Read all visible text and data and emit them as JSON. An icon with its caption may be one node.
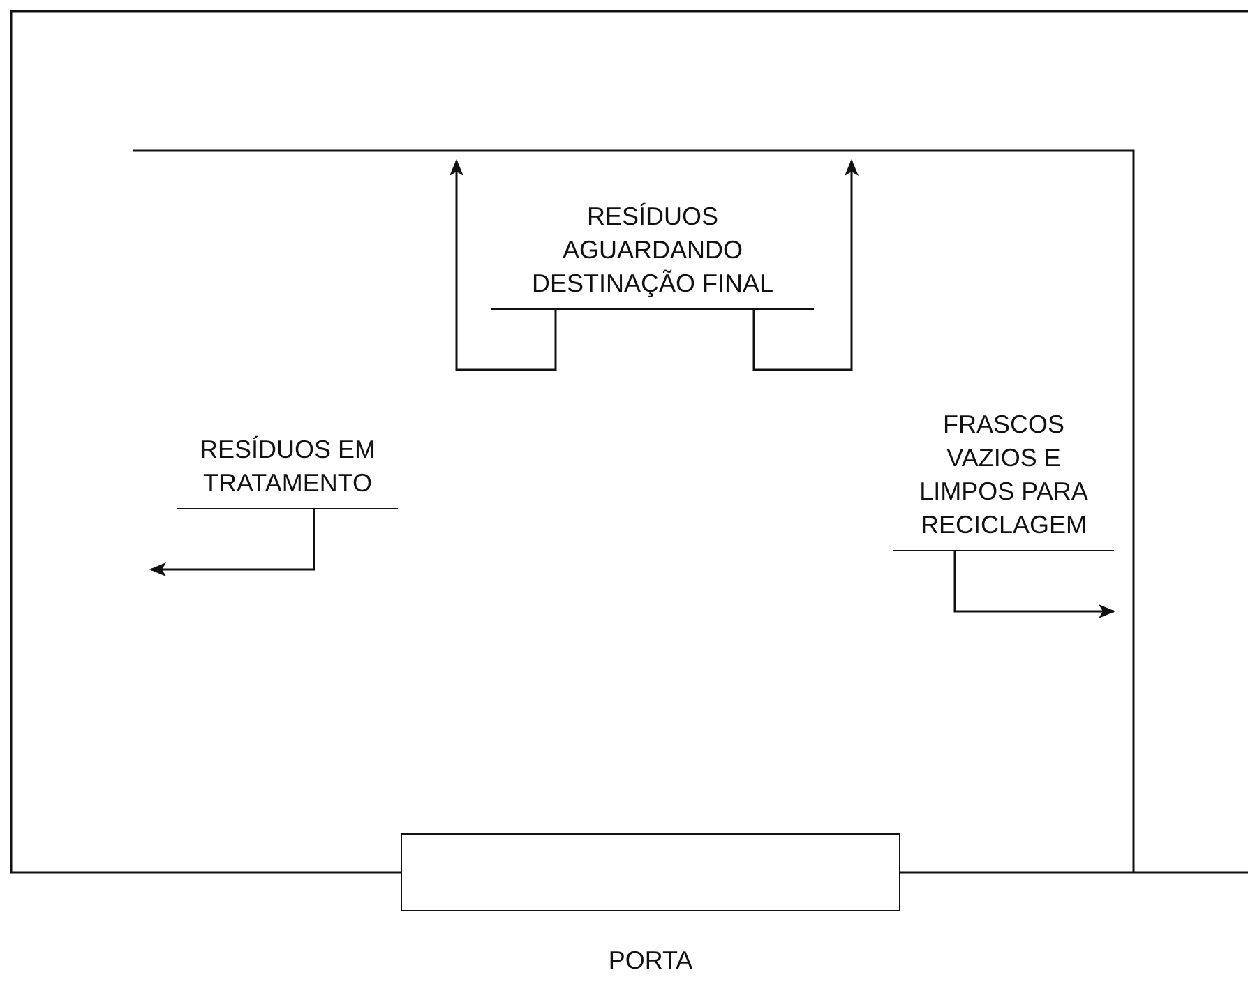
{
  "diagram": {
    "nodes": [
      {
        "text": [
          "RESÍDUOS AGUARDANDO DESTINAÇÃO FINAL"
        ]
      },
      {
        "text": [
          "RESÍDUOS EM TRATAMENTO"
        ]
      },
      {
        "text": [
          "FRASCOS VAZIOS E LIMPOS PARA RECICLAGEM"
        ]
      },
      {
        "text": [
          "PORTA"
        ]
      }
    ],
    "edges": [
      {
        "from": 0,
        "to": null,
        "arrow": "to"
      },
      {
        "from": 0,
        "to": null,
        "arrow": "to"
      },
      {
        "from": 1,
        "to": null,
        "arrow": "to"
      },
      {
        "from": 2,
        "to": null,
        "arrow": "to"
      }
    ]
  }
}
